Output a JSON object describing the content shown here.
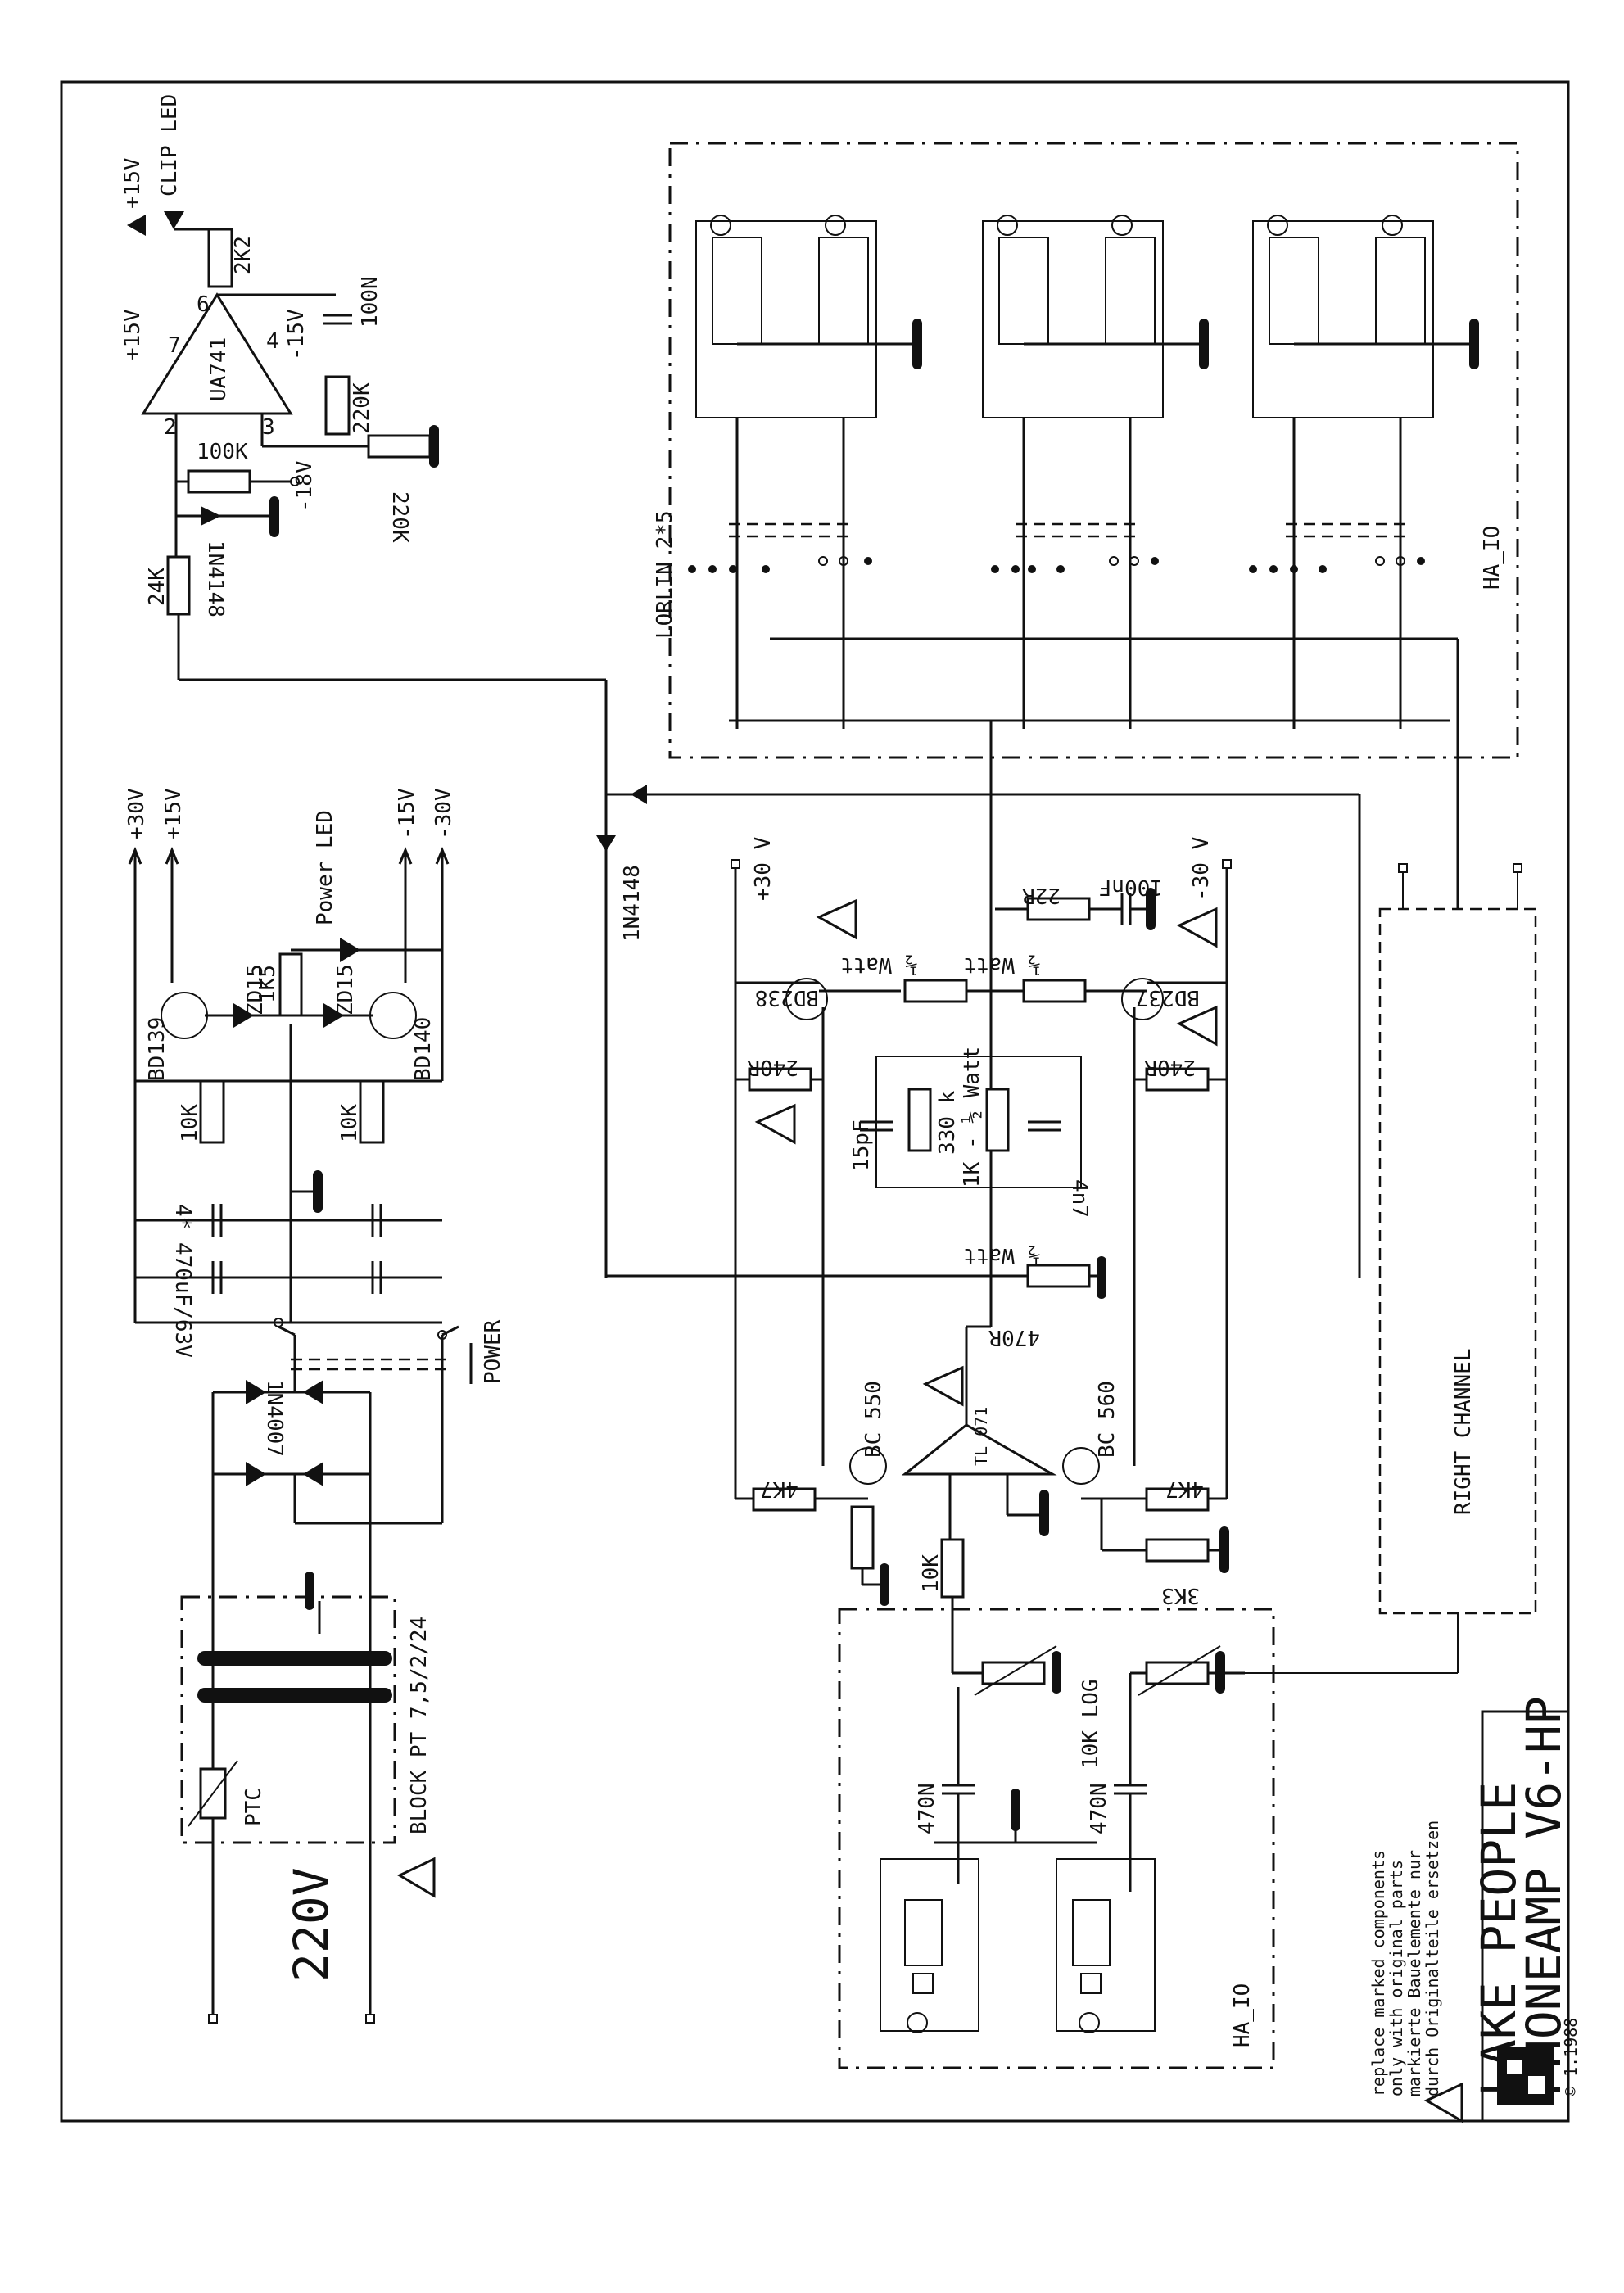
{
  "title": {
    "brand": "LAKE PEOPLE",
    "model": "PHONEAMP V6-HP",
    "copyright": "© 1.1988"
  },
  "notes": {
    "line1": "replace marked components",
    "line2": "only with original parts",
    "line3": "markierte Bauelemente nur",
    "line4": "durch Originalteile ersetzen"
  },
  "mains": {
    "voltage": "220V",
    "transformer": "BLOCK PT 7,5/2/24",
    "ptc": "PTC",
    "rectifier": "1N4007",
    "switch": "POWER"
  },
  "supply": {
    "rail_p30": "+30V",
    "rail_p15": "+15V",
    "rail_m15": "-15V",
    "rail_m30": "-30V",
    "led_label": "Power LED",
    "r_led": "1K5",
    "zd1": "ZD15",
    "zd2": "ZD15",
    "q1": "BD139",
    "q2": "BD140",
    "r1": "10K",
    "r2": "10K",
    "caps": "4* 470uF/63V"
  },
  "clip": {
    "supply_top": "+15V",
    "led": "CLIP LED",
    "r_led": "2K2",
    "opamp": "UA741",
    "pin7": "7",
    "pin6": "6",
    "pin4": "4",
    "pin2": "2",
    "pin3": "3",
    "vplus": "+15V",
    "vminus": "-15V",
    "cap": "100N",
    "r_fb": "220K",
    "r_gnd": "220K",
    "r_in": "100K",
    "neg18": "-18V",
    "diode": "1N4148",
    "r_series": "24K"
  },
  "output": {
    "switch_block": "LORLIN 2*5",
    "connector": "HA_IO",
    "diode_main": "1N4148",
    "p30": "+30 V",
    "m30": "-30 V",
    "r_22r": "22R",
    "c_100nf": "100nF",
    "q_npn": "BD238",
    "q_pnp": "BD237",
    "r_e1": "½ Watt",
    "r_e2": "½ Watt",
    "r_240a": "240R",
    "r_240b": "240R",
    "c_15p": "15pF",
    "r_330k": "330 k",
    "r_1k": "1K - ½ Watt",
    "c_4n7": "4n7",
    "r_470": "470R",
    "r_470w": "½ Watt",
    "q_bc550": "BC 550",
    "q_bc560": "BC 560",
    "opamp": "TL 071",
    "r_4k7a": "4K7",
    "r_4k7b": "4K7",
    "r_3k3": "3K3",
    "r_10k": "10K",
    "right_channel": "RIGHT CHANNEL"
  },
  "input": {
    "pot": "10K LOG",
    "c1": "470N",
    "c2": "470N",
    "connector": "HA_IO"
  }
}
